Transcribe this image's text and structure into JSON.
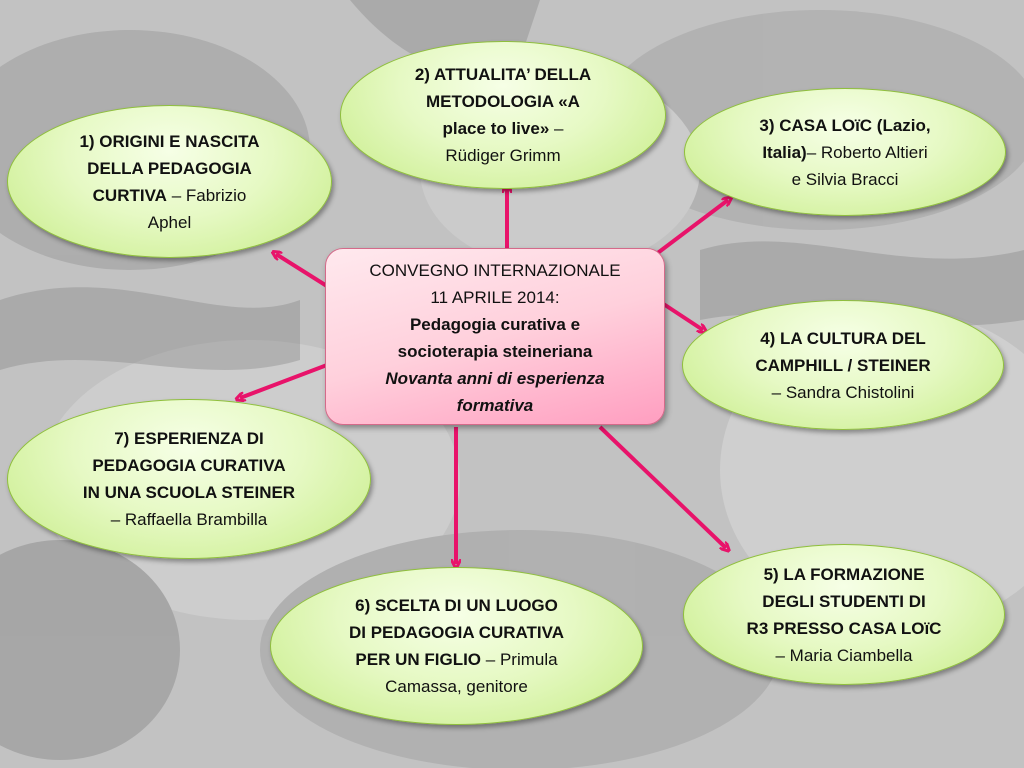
{
  "center": {
    "line1": "CONVEGNO INTERNAZIONALE",
    "line2": "11 APRILE 2014:",
    "line3": "Pedagogia curativa e",
    "line4": "socioterapia steineriana",
    "line5": "Novanta anni di esperienza",
    "line6": "formativa"
  },
  "nodes": [
    {
      "bold": [
        "1) ORIGINI E NASCITA",
        "DELLA PEDAGOGIA",
        "CURTIVA"
      ],
      "rest": [
        "– Fabrizio",
        "Aphel"
      ]
    },
    {
      "bold": [
        "2) ATTUALITA’ DELLA",
        "METODOLOGIA «A",
        "place to live»"
      ],
      "rest": [
        "–",
        "Rüdiger Grimm"
      ]
    },
    {
      "bold": [
        "3) CASA LOïC (Lazio,",
        "Italia)"
      ],
      "rest": [
        "– Roberto Altieri",
        "e Silvia Bracci"
      ]
    },
    {
      "bold": [
        "4) LA CULTURA DEL",
        "CAMPHILL / STEINER"
      ],
      "rest": [
        "– Sandra Chistolini"
      ]
    },
    {
      "bold": [
        "5) LA FORMAZIONE",
        "DEGLI STUDENTI DI",
        "R3 PRESSO CASA LOïC"
      ],
      "rest": [
        "– Maria Ciambella"
      ]
    },
    {
      "bold": [
        "6) SCELTA DI UN LUOGO",
        "DI PEDAGOGIA CURATIVA",
        "PER UN FIGLIO"
      ],
      "rest": [
        "– Primula",
        "Camassa, genitore"
      ]
    },
    {
      "bold": [
        "7) ESPERIENZA DI",
        "PEDAGOGIA CURATIVA",
        "IN UNA SCUOLA STEINER"
      ],
      "rest": [
        "– Raffaella Brambilla"
      ]
    }
  ],
  "colors": {
    "arrow": "#e8136a",
    "node_fill": "#e6f9c4",
    "node_border": "#8fbf3c",
    "center_fill": "#ffc4d4"
  }
}
